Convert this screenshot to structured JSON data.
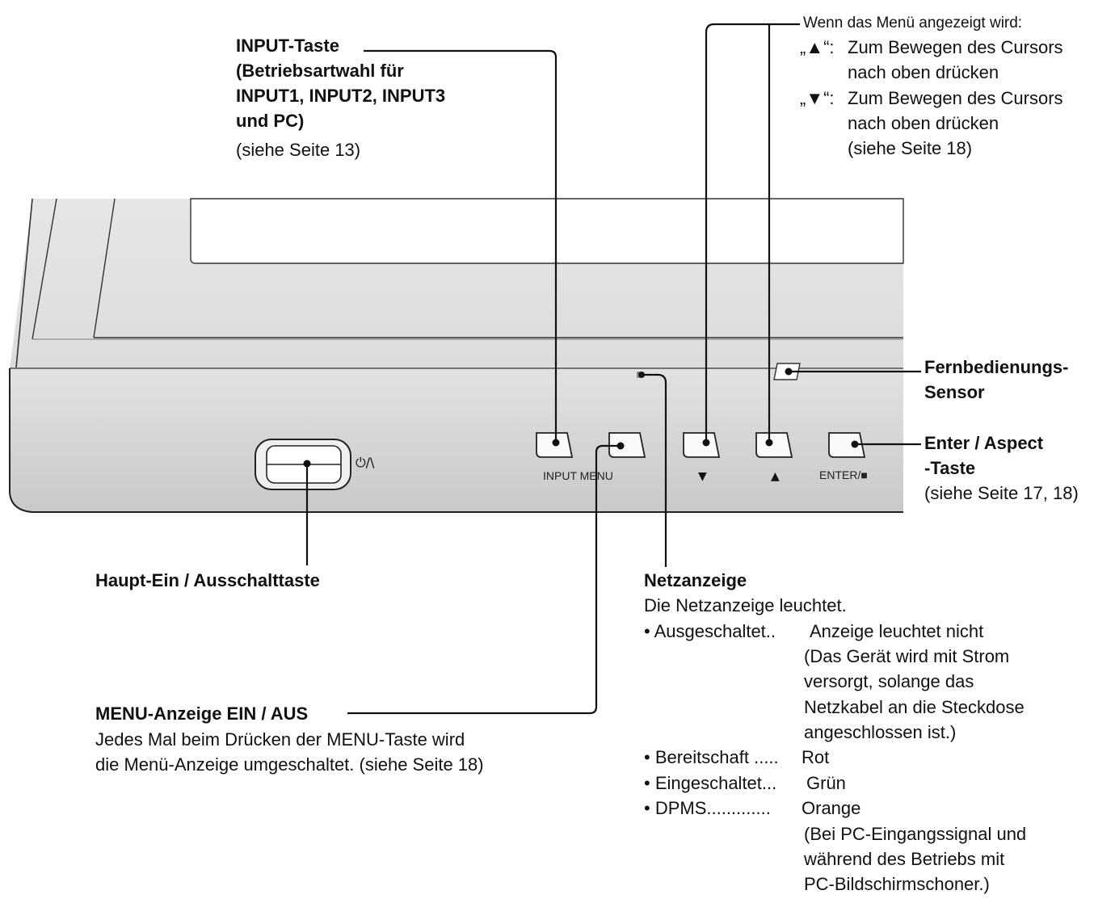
{
  "device": {
    "power_symbol": "⏻/\\",
    "labels": {
      "input_menu": "INPUT MENU",
      "down": "▼",
      "up": "▲",
      "enter": "ENTER/■"
    }
  },
  "callouts": {
    "input": {
      "title": [
        "INPUT-Taste",
        "(Betriebsartwahl für",
        "INPUT1, INPUT2, INPUT3",
        "und PC)"
      ],
      "ref": "(siehe Seite 13)"
    },
    "cursor": {
      "intro": "Wenn das Menü angezeigt wird:",
      "up_key": "„▲“:",
      "up_text": [
        "Zum Bewegen des Cursors",
        "nach oben drücken"
      ],
      "down_key": "„▼“:",
      "down_text": [
        "Zum Bewegen des Cursors",
        "nach oben drücken"
      ],
      "ref": "(siehe Seite 18)"
    },
    "sensor": {
      "title": [
        "Fernbedienungs-",
        "Sensor"
      ]
    },
    "enter": {
      "title": [
        "Enter / Aspect",
        "-Taste"
      ],
      "ref": "(siehe Seite 17, 18)"
    },
    "power": {
      "title": "Haupt-Ein / Ausschalttaste"
    },
    "indicator": {
      "title": "Netzanzeige",
      "intro": "Die Netzanzeige leuchtet.",
      "items": [
        {
          "label": "• Ausgeschaltet..",
          "value": "Anzeige leuchtet nicht"
        },
        {
          "label": "• Bereitschaft .....",
          "value": "Rot"
        },
        {
          "label": "• Eingeschaltet...",
          "value": "Grün"
        },
        {
          "label": "• DPMS.............",
          "value": "Orange"
        }
      ],
      "off_note": [
        "(Das Gerät wird mit Strom",
        "versorgt, solange das",
        "Netzkabel an die Steckdose",
        "angeschlossen ist.)"
      ],
      "dpms_note": [
        "(Bei PC-Eingangssignal und",
        "während des Betriebs mit",
        "PC-Bildschirmschoner.)"
      ]
    },
    "menu": {
      "title": "MENU-Anzeige EIN / AUS",
      "desc": [
        "Jedes Mal beim Drücken der MENU-Taste wird",
        "die Menü-Anzeige umgeschaltet. (siehe Seite 18)"
      ]
    }
  },
  "colors": {
    "ink": "#111111",
    "panel": "#d9d9d9",
    "panel_front": "#cfcfcf",
    "screen": "#eeeeee"
  }
}
